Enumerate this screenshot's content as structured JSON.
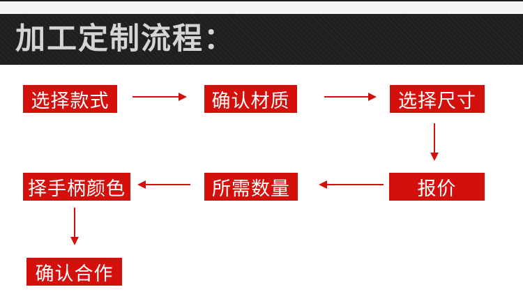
{
  "colors": {
    "accent_red": "#d3100c",
    "banner_bg": "#1f1f1f",
    "banner_text": "#d5d5d5",
    "top_strip": "#191919",
    "top_band": "#f5f5f5",
    "box_text": "#ffffff"
  },
  "header": {
    "title": "加工定制流程："
  },
  "flow": {
    "steps": [
      {
        "label": "选择款式"
      },
      {
        "label": "确认材质"
      },
      {
        "label": "选择尺寸"
      },
      {
        "label": "报价"
      },
      {
        "label": "所需数量"
      },
      {
        "label": "择手柄颜色"
      },
      {
        "label": "确认合作"
      }
    ],
    "connections": [
      "选择款式 → 确认材质",
      "确认材质 → 选择尺寸",
      "选择尺寸 ↓ 报价",
      "报价 → 所需数量",
      "所需数量 → 择手柄颜色",
      "择手柄颜色 ↓ 确认合作"
    ]
  }
}
